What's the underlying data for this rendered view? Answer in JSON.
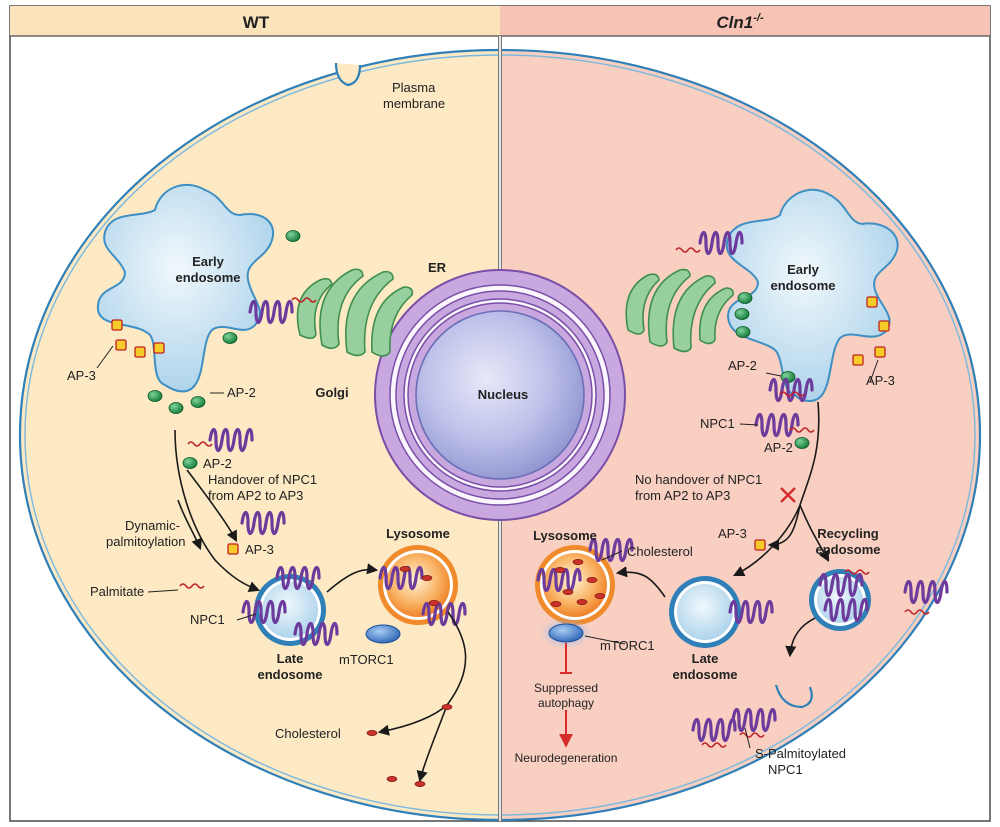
{
  "panels": {
    "left_title": "WT",
    "right_title_main": "Cln1",
    "right_title_sup": "-/-"
  },
  "labels": {
    "plasma_membrane_1": "Plasma",
    "plasma_membrane_2": "membrane",
    "early_endosome_1": "Early",
    "early_endosome_2": "endosome",
    "golgi": "Golgi",
    "er": "ER",
    "nucleus": "Nucleus",
    "ap2": "AP-2",
    "ap3": "AP-3",
    "npc1": "NPC1",
    "wt_handover_1": "Handover of NPC1",
    "wt_handover_2": "from AP2 to AP3",
    "dyn_palm_1": "Dynamic-",
    "dyn_palm_2": "palmitoylation",
    "palmitate": "Palmitate",
    "lysosome": "Lysosome",
    "late_endosome_1": "Late",
    "late_endosome_2": "endosome",
    "mtorc1": "mTORC1",
    "cholesterol": "Cholesterol",
    "no_handover_1": "No handover of NPC1",
    "no_handover_2": "from AP2 to AP3",
    "recycling_1": "Recycling",
    "recycling_2": "endosome",
    "suppressed_1": "Suppressed",
    "suppressed_2": "autophagy",
    "neurodegeneration": "Neurodegeneration",
    "spalm_1": "S-Palmitoylated",
    "spalm_2": "NPC1"
  },
  "colors": {
    "wt_bg": "#fde9c4",
    "ko_bg": "#f8cfc0",
    "membrane": "#3e8fc4",
    "endosome_fill": "#cfe6f3",
    "nucleus": "#b5b8e2",
    "er": "#b897d3",
    "golgi": "#8fc79a",
    "ap2": "#1f9a4b",
    "ap3": "#f4c21c",
    "npc1": "#6c3b9b",
    "palmitate": "#c0262b",
    "lysosome": "#f08a2a",
    "mtorc1": "#3d7fd0",
    "inhibit": "#d62b2b"
  }
}
